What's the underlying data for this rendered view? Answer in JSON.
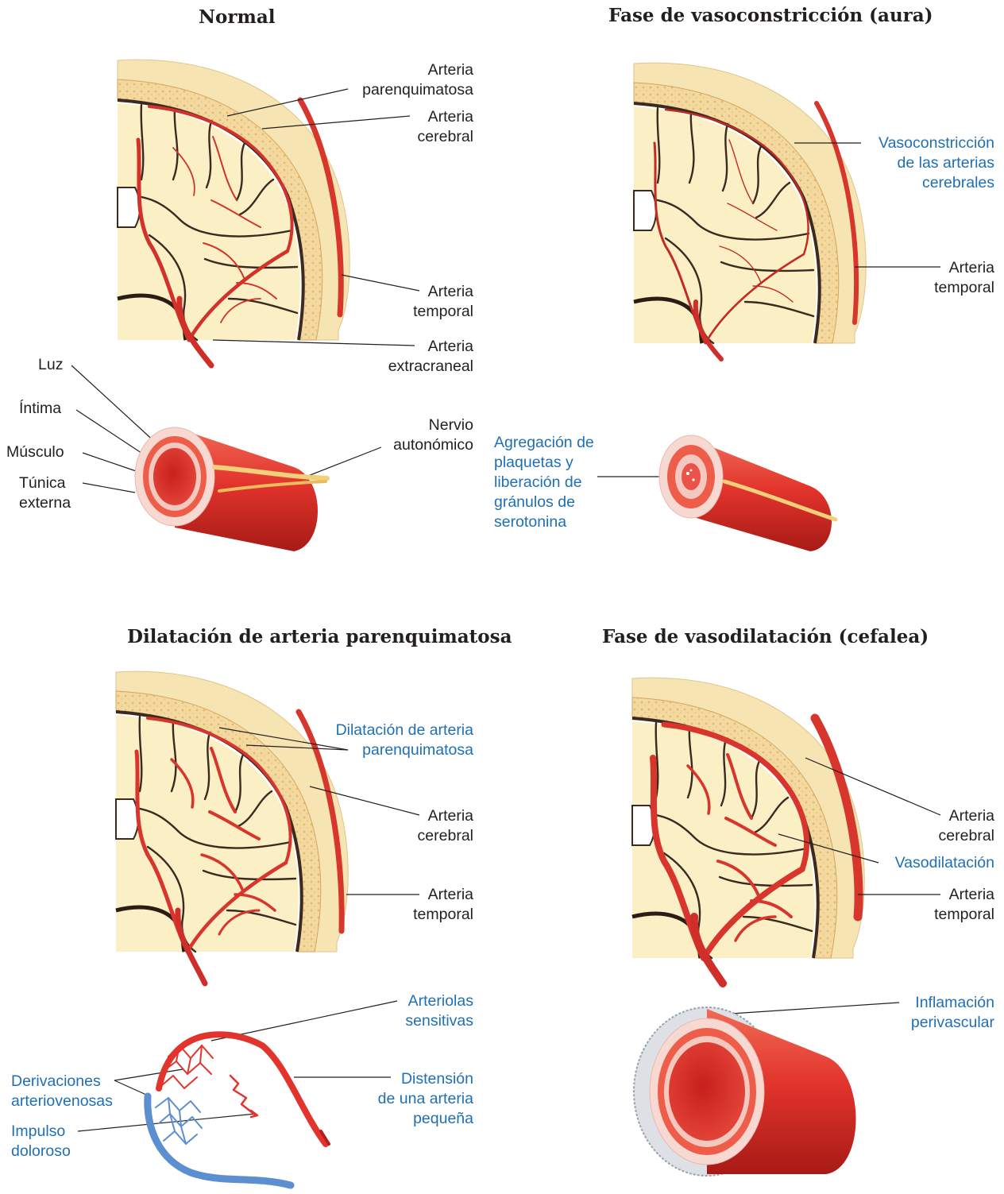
{
  "colors": {
    "title_text": "#231f20",
    "label_text": "#231f20",
    "highlight_label": "#1f6fb5",
    "artery_red": "#e2342c",
    "artery_dark": "#b51f1a",
    "skull_tan": "#f3d9a0",
    "brain_cream": "#fbefc6",
    "vein_blue": "#5b8fcf",
    "nerve_yellow": "#f2d07a",
    "inflammation_grey": "#9aa3ad"
  },
  "panels": {
    "normal": {
      "title": "Normal",
      "labels": {
        "arteria_parenquimatosa": "Arteria\nparenquimatosa",
        "arteria_cerebral": "Arteria\ncerebral",
        "arteria_temporal": "Arteria\ntemporal",
        "arteria_extracraneal": "Arteria\nextracraneal",
        "luz": "Luz",
        "intima": "Íntima",
        "musculo": "Músculo",
        "tunica_externa": "Túnica\nexterna",
        "nervio_autonomico": "Nervio\nautonómico"
      }
    },
    "aura": {
      "title": "Fase de vasoconstricción (aura)",
      "labels": {
        "vasoconstriccion": "Vasoconstricción\nde las arterias\ncerebrales",
        "arteria_temporal": "Arteria\ntemporal",
        "agregacion": "Agregación de\nplaquetas y\nliberación de\ngránulos de\nserotonina"
      }
    },
    "dilatacion": {
      "title": "Dilatación de arteria parenquimatosa",
      "labels": {
        "dilatacion_arteria": "Dilatación de arteria\nparenquimatosa",
        "arteria_cerebral": "Arteria\ncerebral",
        "arteria_temporal": "Arteria\ntemporal",
        "arteriolas": "Arteriolas\nsensitivas",
        "derivaciones": "Derivaciones\narteriovenosas",
        "impulso": "Impulso\ndoloroso",
        "distension": "Distensión\nde una arteria\npequeña"
      }
    },
    "cefalea": {
      "title": "Fase de vasodilatación (cefalea)",
      "labels": {
        "arteria_cerebral": "Arteria\ncerebral",
        "vasodilatacion": "Vasodilatación",
        "arteria_temporal": "Arteria\ntemporal",
        "inflamacion": "Inflamación\nperivascular"
      }
    }
  }
}
